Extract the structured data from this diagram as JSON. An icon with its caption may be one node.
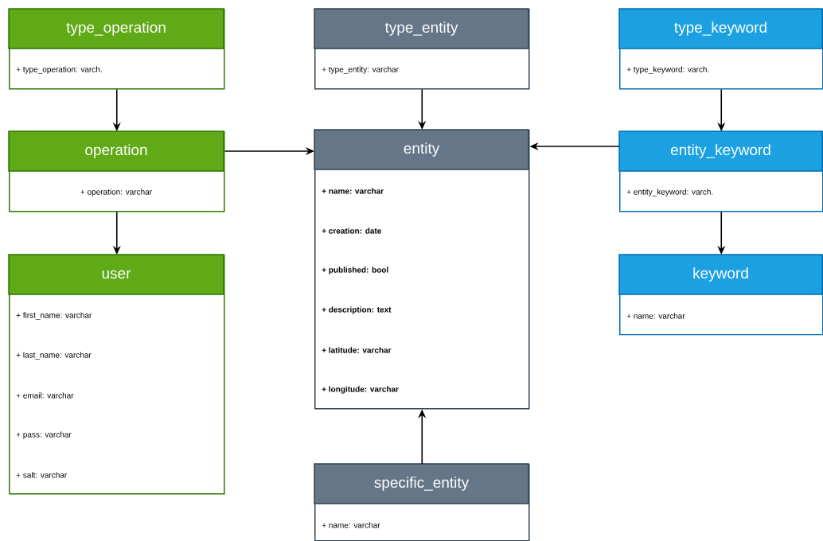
{
  "diagram": {
    "nodes": [
      {
        "text": [
          "type_operation",
          "+ type_operation: varch."
        ]
      },
      {
        "text": [
          "type_entity",
          "+ type_entity: varchar"
        ]
      },
      {
        "text": [
          "type_keyword",
          "+ type_keyword: varch."
        ]
      },
      {
        "text": [
          "operation",
          "+ operation: varchar"
        ]
      },
      {
        "text": [
          "entity",
          "+ name: varchar",
          "+ creation: date",
          "+ published: bool",
          "+ description: text",
          "+ latitude: varchar",
          "+ longitude: varchar"
        ]
      },
      {
        "text": [
          "entity_keyword",
          "+ entity_keyword: varch."
        ]
      },
      {
        "text": [
          "user",
          "+ first_name: varchar",
          "+ last_name: varchar",
          "+ email: varchar",
          "+ pass: varchar",
          "+ salt: varchar"
        ]
      },
      {
        "text": [
          "keyword",
          "+ name: varchar"
        ]
      },
      {
        "text": [
          "specific_entity",
          "+ name: varchar"
        ]
      }
    ],
    "edges": [
      {
        "from": 0,
        "to": 3,
        "arrow": "to"
      },
      {
        "from": 1,
        "to": 4,
        "arrow": "to"
      },
      {
        "from": 2,
        "to": 5,
        "arrow": "to"
      },
      {
        "from": 3,
        "to": 4,
        "arrow": "to"
      },
      {
        "from": 5,
        "to": 4,
        "arrow": "to"
      },
      {
        "from": 3,
        "to": 6,
        "arrow": "to"
      },
      {
        "from": 5,
        "to": 7,
        "arrow": "to"
      },
      {
        "from": 8,
        "to": 4,
        "arrow": "to"
      }
    ]
  }
}
